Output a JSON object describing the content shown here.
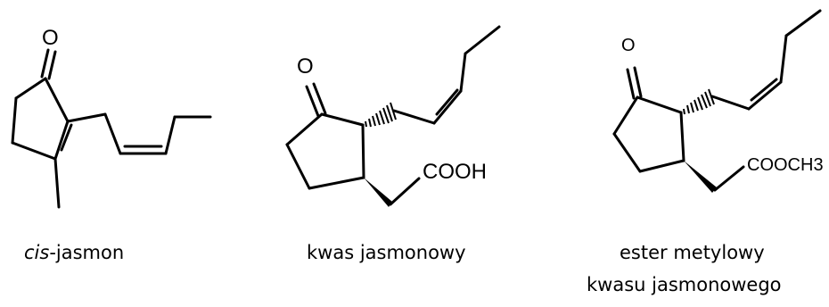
{
  "compounds": [
    {
      "atoms": [
        "O"
      ],
      "caption_italic": "cis",
      "caption_rest": "-jasmon"
    },
    {
      "atoms": [
        "O",
        "COOH"
      ],
      "caption": "kwas jasmonowy"
    },
    {
      "atoms": [
        "O",
        "COOCH3"
      ],
      "caption_line1": "ester metylowy",
      "caption_line2": "kwasu jasmonowego"
    }
  ]
}
